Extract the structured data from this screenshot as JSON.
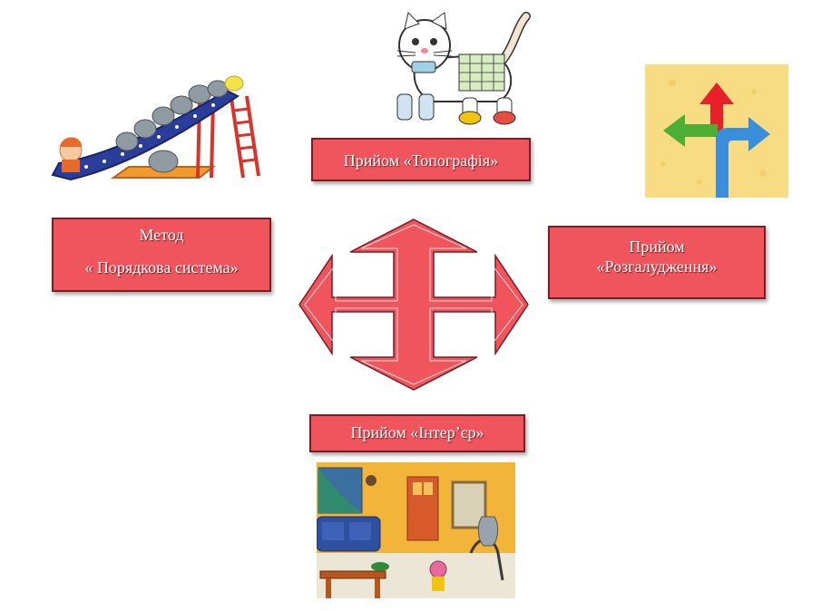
{
  "diagram": {
    "nodes": {
      "top": {
        "label": "Прийом «Топографія»"
      },
      "left": {
        "line1": "Метод",
        "line2": "« Порядкова система»"
      },
      "right": {
        "line1": "Прийом",
        "line2": "«Розгалудження»"
      },
      "bottom": {
        "label": "Прийом «Інтер’єр»"
      }
    },
    "center_icon": "four-way-arrow-icon",
    "colors": {
      "box_fill": "#f0555e",
      "box_border": "#7a1d22",
      "arrow_fill": "#f0555e",
      "arrow_stroke": "#7a1d22"
    }
  }
}
